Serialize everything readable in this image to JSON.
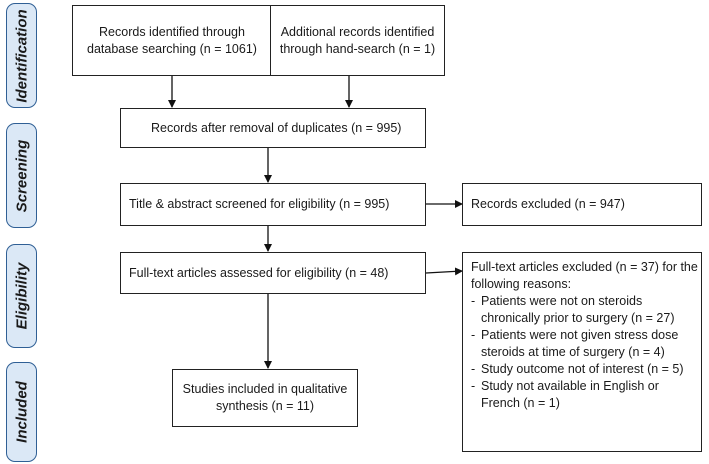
{
  "stages": {
    "identification": "Identification",
    "screening": "Screening",
    "eligibility": "Eligibility",
    "included": "Included"
  },
  "boxes": {
    "database": "Records identified through database searching (n = 1061)",
    "handsearch": "Additional records identified through hand-search (n = 1)",
    "duplicates": "Records after removal of duplicates (n = 995)",
    "screened": "Title & abstract screened for eligibility (n = 995)",
    "excluded": "Records excluded (n = 947)",
    "fulltext": "Full-text articles assessed for eligibility (n = 48)",
    "included": "Studies included in qualitative synthesis (n = 11)"
  },
  "fulltext_excluded": {
    "heading": "Full-text articles excluded (n = 37) for the following reasons:",
    "reasons": [
      "Patients were not on steroids chronically prior to surgery (n = 27)",
      "Patients were not given stress dose steroids at time of surgery (n = 4)",
      "Study outcome not of interest (n = 5)",
      "Study not available in English or French (n = 1)"
    ]
  },
  "colors": {
    "stage_fill": "#dbe8f6",
    "stage_border": "#2f5f95",
    "box_border": "#222222"
  }
}
